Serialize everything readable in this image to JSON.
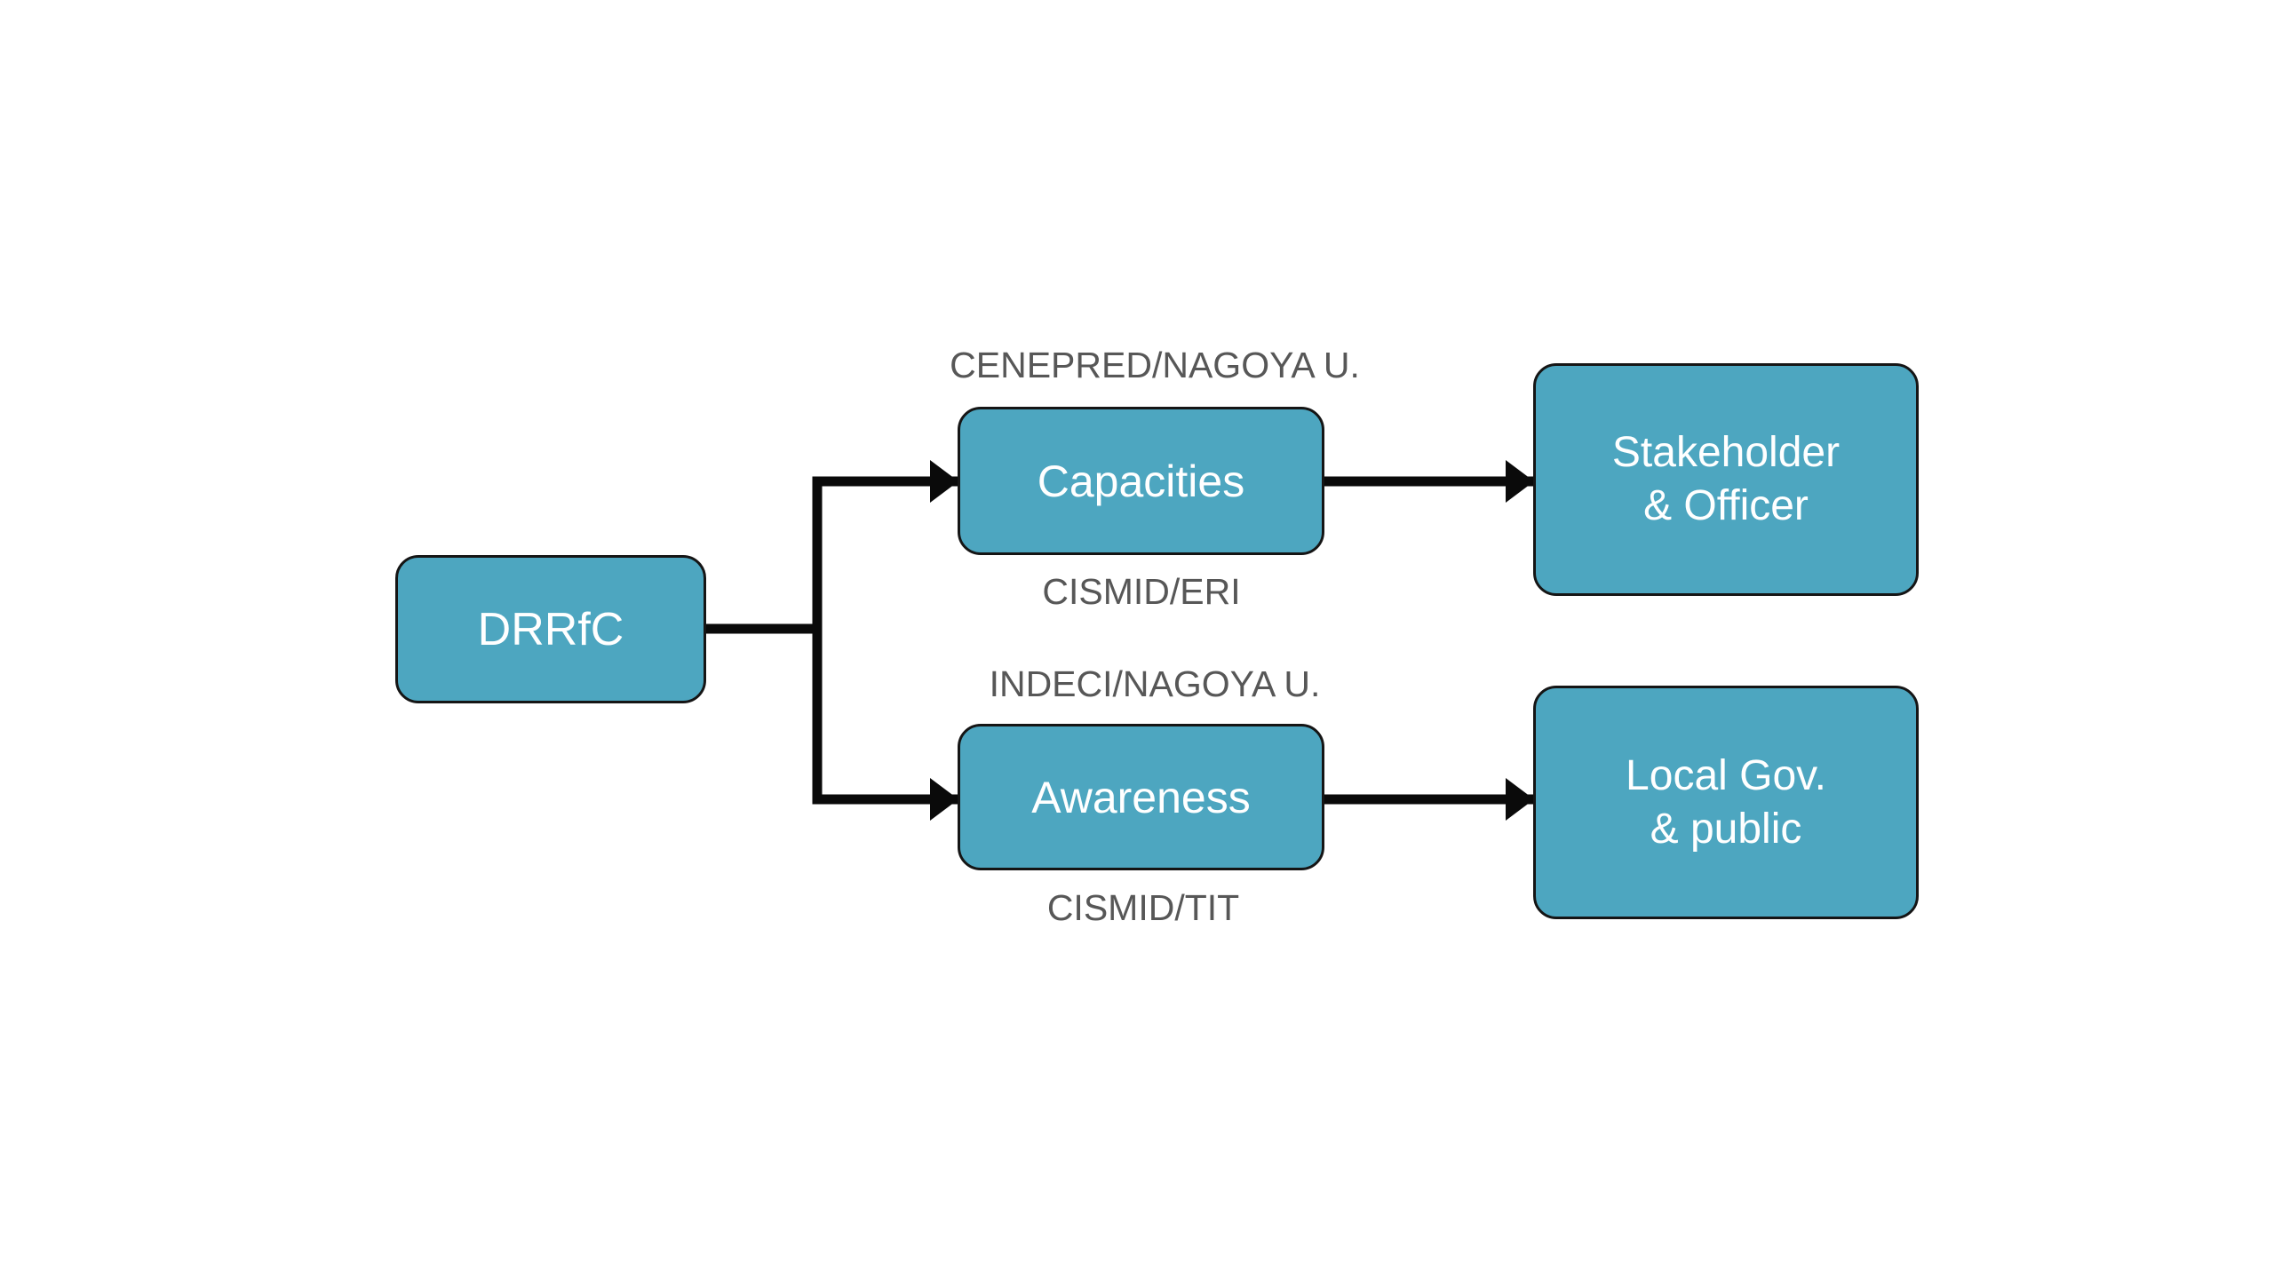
{
  "nodes": {
    "root": {
      "label": "DRRfC"
    },
    "capacities": {
      "label": "Capacities"
    },
    "awareness": {
      "label": "Awareness"
    },
    "stakeholder": {
      "line1": "Stakeholder",
      "line2": "& Officer"
    },
    "local_gov": {
      "line1": "Local Gov.",
      "line2": "& public"
    }
  },
  "annotations": {
    "capacities_top": "CENEPRED/NAGOYA U.",
    "capacities_bottom": "CISMID/ERI",
    "awareness_top": "INDECI/NAGOYA U.",
    "awareness_bottom": "CISMID/TIT"
  },
  "colors": {
    "node_fill": "#4da6c0",
    "node_border": "#151515",
    "node_text": "#ffffff",
    "annotation_text": "#575757",
    "connector": "#0a0a0a",
    "background": "#ffffff"
  }
}
